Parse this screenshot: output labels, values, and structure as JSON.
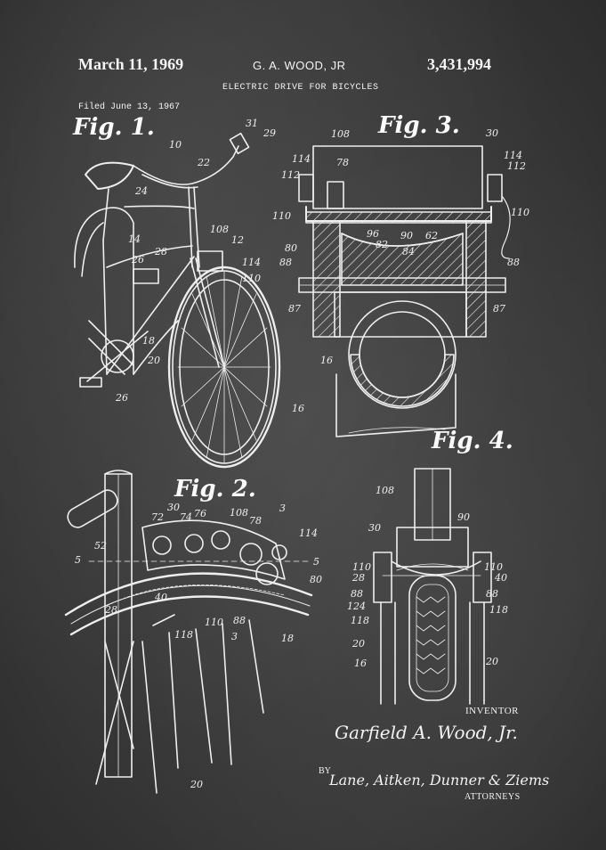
{
  "header": {
    "date": "March 11, 1969",
    "inventor": "G. A. WOOD, JR",
    "patent_number": "3,431,994",
    "title": "ELECTRIC DRIVE FOR BICYCLES",
    "filed": "Filed June 13, 1967"
  },
  "figures": {
    "fig1": "Fig. 1.",
    "fig2": "Fig. 2.",
    "fig3": "Fig. 3.",
    "fig4": "Fig. 4."
  },
  "reference_numerals": {
    "fig1": [
      "31",
      "29",
      "10",
      "22",
      "24",
      "14",
      "108",
      "12",
      "26",
      "28",
      "114",
      "110",
      "18",
      "20",
      "16",
      "26"
    ],
    "fig2": [
      "30",
      "72",
      "74",
      "76",
      "108",
      "78",
      "3",
      "114",
      "52",
      "5",
      "5",
      "80",
      "40",
      "28",
      "88",
      "118",
      "110",
      "3",
      "18",
      "20"
    ],
    "fig3": [
      "108",
      "30",
      "78",
      "114",
      "114",
      "112",
      "112",
      "110",
      "110",
      "80",
      "88",
      "96",
      "90",
      "62",
      "82",
      "84",
      "88",
      "87",
      "87",
      "16"
    ],
    "fig4": [
      "108",
      "30",
      "90",
      "110",
      "28",
      "88",
      "124",
      "118",
      "20",
      "16",
      "110",
      "40",
      "88",
      "118",
      "20"
    ]
  },
  "signature": {
    "inventor_label": "INVENTOR",
    "inventor_signature": "Garfield A. Wood, Jr.",
    "by_label": "BY",
    "attorneys_signature": "Lane, Aitken, Dunner & Ziems",
    "attorneys_label": "ATTORNEYS"
  },
  "colors": {
    "background": "#3a3a3a",
    "ink": "#f2f2f2"
  }
}
